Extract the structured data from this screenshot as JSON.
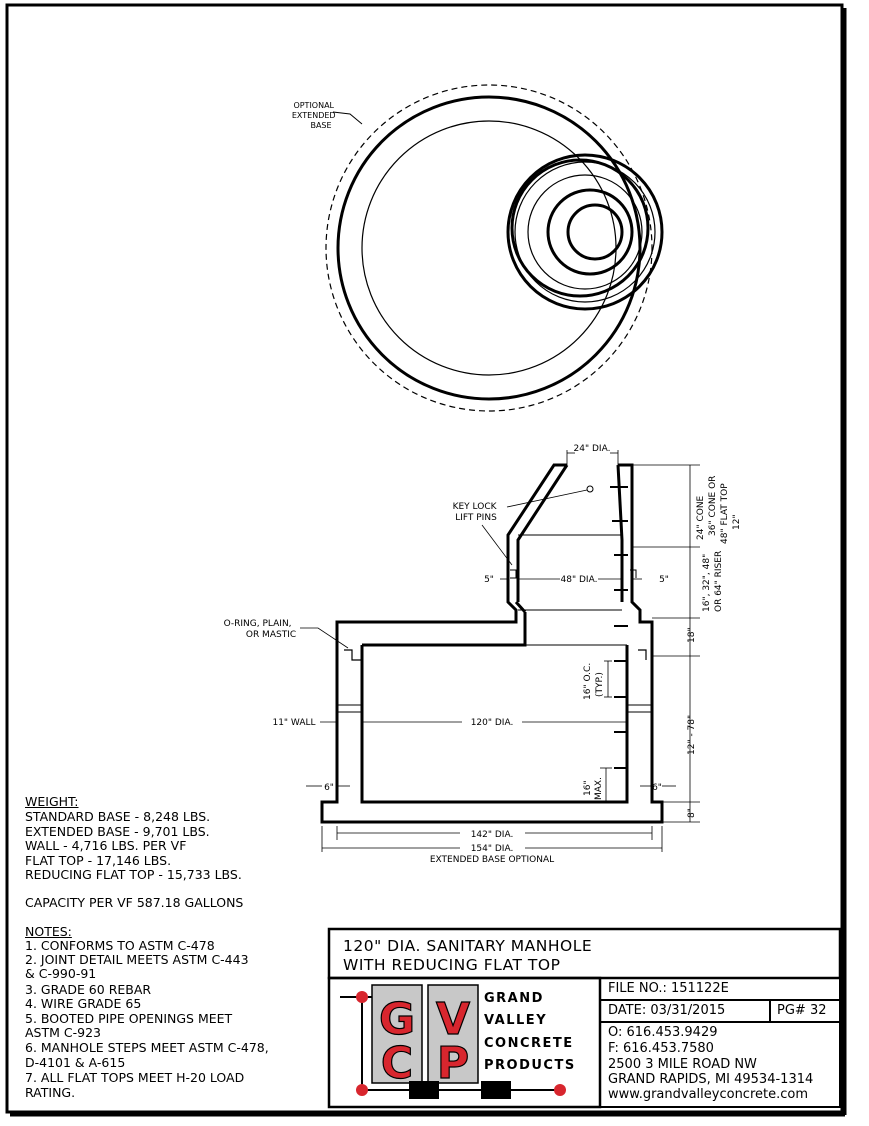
{
  "drawing": {
    "plan_labels": {
      "optional_extended_base": [
        "OPTIONAL",
        "EXTENDED",
        "BASE"
      ]
    },
    "dims": {
      "top_dia": "24\" DIA.",
      "key_lock": [
        "KEY LOCK",
        "LIFT PINS"
      ],
      "cone_spec": [
        "24\" CONE",
        "36\" CONE OR",
        "48\" FLAT TOP",
        "12\""
      ],
      "riser_spec": [
        "16\", 32\", 48\"",
        "OR 64\" RISER"
      ],
      "wall_5_left": "5\"",
      "wall_5_right": "5\"",
      "riser_dia": "48\" DIA.",
      "slab_18": "18\"",
      "oring": [
        "O-RING, PLAIN,",
        "OR MASTIC"
      ],
      "step_oc": [
        "16\" O.C.",
        "(TYP.)"
      ],
      "wall_11": "11\" WALL",
      "inner_dia": "120\" DIA.",
      "barrel_height": "12\" - 78\"",
      "max16": [
        "16\"",
        "MAX."
      ],
      "six_left": "6\"",
      "six_right": "6\"",
      "eight": "8\"",
      "dia142": "142\" DIA.",
      "dia154": "154\" DIA.",
      "ext_base": "EXTENDED BASE OPTIONAL"
    }
  },
  "weight": {
    "heading": "WEIGHT:",
    "lines": [
      "STANDARD BASE - 8,248 LBS.",
      "EXTENDED BASE - 9,701 LBS.",
      "WALL - 4,716 LBS. PER VF",
      "FLAT TOP - 17,146 LBS.",
      "REDUCING FLAT TOP - 15,733 LBS."
    ],
    "capacity": "CAPACITY PER VF 587.18 GALLONS"
  },
  "notes": {
    "heading": "NOTES:",
    "items": [
      "1. CONFORMS TO ASTM C-478",
      "2. JOINT DETAIL MEETS ASTM C-443",
      "    & C-990-91",
      "3. GRADE 60 REBAR",
      "4. WIRE GRADE 65",
      "5. BOOTED PIPE OPENINGS MEET",
      "    ASTM C-923",
      "6. MANHOLE STEPS MEET ASTM C-478,",
      "    D-4101 & A-615",
      "7. ALL FLAT TOPS MEET H-20 LOAD",
      "    RATING."
    ]
  },
  "title_block": {
    "title_line1": "120\" DIA. SANITARY MANHOLE",
    "title_line2": "WITH REDUCING FLAT TOP",
    "file_no": "FILE NO.:  151122E",
    "date": "DATE:    03/31/2015",
    "page": "PG# 32",
    "phone": "O:  616.453.9429",
    "fax": "F:  616.453.7580",
    "address1": "2500 3 MILE ROAD NW",
    "address2": "GRAND RAPIDS, MI 49534-1314",
    "website": "www.grandvalleyconcrete.com"
  },
  "logo": {
    "letters": [
      "G",
      "V",
      "C",
      "P"
    ],
    "words": [
      "GRAND",
      "VALLEY",
      "CONCRETE",
      "PRODUCTS"
    ],
    "letter_color": "#d8262e",
    "box_color": "#c8c8c8",
    "dot_color": "#d8262e"
  }
}
